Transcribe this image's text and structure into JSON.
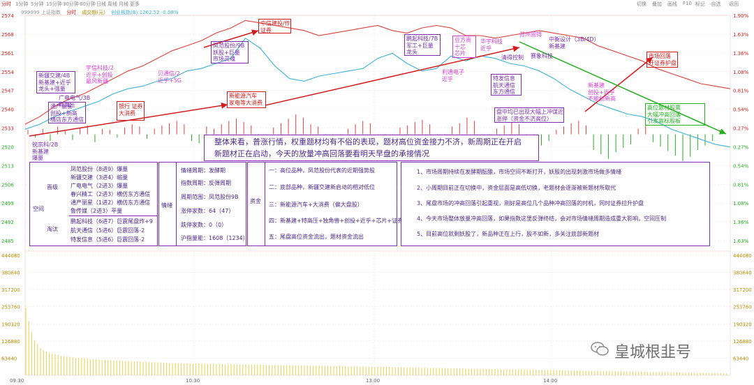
{
  "toolbar": {
    "left_label": "分时",
    "tabs": [
      "1分钟",
      "5分钟",
      "15分钟",
      "30分钟",
      "60分钟",
      "日线",
      "周线",
      "月线",
      "更多"
    ],
    "right_items": [
      "切换",
      "叠加",
      "画线",
      "F10",
      "标记",
      "-自选",
      "返回"
    ]
  },
  "legend": {
    "index_name": "999999 上证指数",
    "label_fenshi": "分时",
    "label_volume": "成交额(元)",
    "label_gem": "创业板指(B) 1262.52 -0.08%"
  },
  "colors": {
    "price_line": "#e0403a",
    "avg_line": "#3ab3d9",
    "annotation_red": "#d41a1a",
    "annotation_purple": "#7a2fb0",
    "annotation_pink": "#d43fd4",
    "annotation_green": "#22b01f",
    "volume_bar": "#e8d96a"
  },
  "chart_data": {
    "type": "line",
    "x_tick_labels": [
      "09:30",
      "10:30",
      "13:00",
      "14:00"
    ],
    "y_left_labels": [
      "2574",
      "2568",
      "2561",
      "2554",
      "2547",
      "2540",
      "2533",
      "2520",
      "2513",
      "2506",
      "2499",
      "2492",
      "2485"
    ],
    "y_right_labels": [
      "1.90%",
      "1.63%",
      "1.36%",
      "1.08%",
      "0.81%",
      "0.54%",
      "0.27%",
      "0.27%",
      "0.54%",
      "0.81%",
      "1.08%",
      "1.36%",
      "1.63%"
    ],
    "ylim": [
      2485,
      2574
    ],
    "series": [
      {
        "points": [
          [
            0,
            2531
          ],
          [
            5,
            2534
          ],
          [
            10,
            2538
          ],
          [
            15,
            2541
          ],
          [
            20,
            2543
          ],
          [
            25,
            2546
          ],
          [
            30,
            2549
          ],
          [
            35,
            2552
          ],
          [
            40,
            2554
          ],
          [
            45,
            2557
          ],
          [
            50,
            2560
          ],
          [
            55,
            2562
          ],
          [
            60,
            2564
          ],
          [
            65,
            2567
          ],
          [
            70,
            2569
          ],
          [
            75,
            2572
          ],
          [
            80,
            2571
          ],
          [
            85,
            2570
          ],
          [
            90,
            2569
          ],
          [
            95,
            2568
          ],
          [
            100,
            2566
          ],
          [
            105,
            2567
          ],
          [
            110,
            2568
          ],
          [
            115,
            2569
          ],
          [
            120,
            2570
          ],
          [
            125,
            2568
          ],
          [
            130,
            2567
          ],
          [
            135,
            2569
          ],
          [
            140,
            2570
          ],
          [
            145,
            2569
          ],
          [
            150,
            2566
          ],
          [
            155,
            2566
          ],
          [
            160,
            2565
          ],
          [
            165,
            2566
          ],
          [
            170,
            2567
          ],
          [
            175,
            2568
          ],
          [
            180,
            2567
          ],
          [
            185,
            2566
          ],
          [
            190,
            2565
          ],
          [
            195,
            2562
          ],
          [
            200,
            2560
          ],
          [
            205,
            2558
          ],
          [
            210,
            2556
          ],
          [
            215,
            2553
          ],
          [
            220,
            2551
          ],
          [
            225,
            2549
          ],
          [
            230,
            2547
          ],
          [
            235,
            2546
          ],
          [
            240,
            2545
          ]
        ]
      },
      {
        "points": [
          [
            0,
            2529
          ],
          [
            5,
            2531
          ],
          [
            10,
            2534
          ],
          [
            15,
            2536
          ],
          [
            20,
            2538
          ],
          [
            25,
            2540
          ],
          [
            30,
            2543
          ],
          [
            35,
            2545
          ],
          [
            40,
            2546
          ],
          [
            45,
            2548
          ],
          [
            50,
            2549
          ],
          [
            55,
            2552
          ],
          [
            60,
            2553
          ],
          [
            65,
            2555
          ],
          [
            70,
            2557
          ],
          [
            75,
            2565
          ],
          [
            80,
            2561
          ],
          [
            85,
            2554
          ],
          [
            90,
            2549
          ],
          [
            95,
            2548
          ],
          [
            100,
            2550
          ],
          [
            105,
            2551
          ],
          [
            110,
            2552
          ],
          [
            115,
            2553
          ],
          [
            120,
            2557
          ],
          [
            125,
            2559
          ],
          [
            130,
            2555
          ],
          [
            135,
            2552
          ],
          [
            140,
            2553
          ],
          [
            145,
            2558
          ],
          [
            150,
            2556
          ],
          [
            155,
            2558
          ],
          [
            160,
            2557
          ],
          [
            165,
            2555
          ],
          [
            170,
            2554
          ],
          [
            175,
            2552
          ],
          [
            180,
            2549
          ],
          [
            185,
            2545
          ],
          [
            190,
            2542
          ],
          [
            195,
            2539
          ],
          [
            200,
            2537
          ],
          [
            205,
            2535
          ],
          [
            210,
            2534
          ],
          [
            215,
            2532
          ],
          [
            220,
            2529
          ],
          [
            225,
            2527
          ],
          [
            230,
            2525
          ],
          [
            235,
            2523
          ],
          [
            240,
            2522
          ]
        ]
      }
    ],
    "change_bars": [
      4,
      -3,
      5,
      -6,
      7,
      3,
      -5,
      6,
      8,
      -7,
      5,
      4,
      -3,
      6,
      9,
      7,
      -4,
      5,
      8,
      10,
      12,
      9,
      -6,
      -8,
      7,
      5,
      9,
      12,
      14,
      11,
      8,
      -5,
      -9,
      6,
      10,
      14,
      18,
      15,
      9,
      7,
      -6,
      -11,
      -8,
      5,
      9,
      12,
      10,
      -7,
      -10,
      -14,
      6,
      8,
      11,
      13,
      9,
      -5,
      -8,
      7,
      10,
      15,
      12,
      -6,
      -9,
      5,
      8,
      11,
      9,
      -12,
      -16,
      -10,
      -6,
      4,
      7,
      10,
      12,
      8,
      -14,
      -18,
      -22,
      -16,
      -12,
      -9,
      5,
      8,
      -7,
      -11,
      -15,
      -19,
      -24,
      -20,
      -14,
      -10,
      -6,
      4
    ],
    "volume": {
      "y_labels": [
        "444080",
        "380640",
        "317200",
        "253760",
        "190320",
        "126880",
        "63440"
      ],
      "ylim": [
        0,
        444080
      ],
      "values": [
        250000,
        200000,
        160000,
        130000,
        115000,
        100000,
        92000,
        88000,
        84000,
        80000,
        78000,
        75000,
        72000,
        70000,
        69000,
        68000,
        66000,
        65000,
        64000,
        63000,
        62000,
        61000,
        60000,
        59500,
        59000,
        58000,
        57500,
        57000,
        56000,
        55500,
        55000,
        54500,
        54000,
        53500,
        53000,
        52500,
        52000,
        51500,
        51000,
        50500,
        50000,
        49500,
        49000,
        48500,
        48000,
        47500,
        47000,
        46500,
        46000,
        45500,
        45000,
        44800,
        44600,
        44400,
        44200,
        44000,
        43800,
        43600,
        43400,
        43200,
        43000,
        42800,
        42600,
        42400,
        42200,
        42000,
        41800,
        41600,
        41400,
        41200,
        41000,
        40800,
        40600,
        40400,
        40200,
        40000,
        39800,
        39600,
        39400,
        39200,
        39000,
        38800,
        38600,
        38400,
        38200,
        38000,
        37800,
        37600,
        37400,
        37200,
        37000,
        36800,
        36600,
        36400,
        36200,
        36000,
        35800,
        35600,
        35400,
        35200,
        35000,
        34800,
        34600,
        34400,
        34200,
        34000,
        33800,
        33600,
        33400,
        33200,
        33000,
        32800,
        32600,
        32400,
        32200,
        32000,
        31800,
        31600,
        31400,
        31200,
        31000,
        30800,
        30600,
        30400,
        30200,
        30000,
        29800,
        29600,
        29400,
        29200,
        29000,
        28800,
        28600,
        28400,
        28200,
        28000,
        27800,
        27600,
        27400,
        27200,
        27000,
        26800,
        26600,
        26400,
        26200,
        26000,
        25800,
        25600,
        25400,
        25200,
        25000,
        24800,
        24600,
        24400,
        24200,
        24000,
        23800,
        23600,
        23400,
        23200,
        23000,
        22800,
        22600,
        22400,
        22200,
        22000,
        21800,
        21600,
        21400,
        21200,
        21000,
        20800,
        20600,
        20400,
        20200,
        20000,
        19800,
        19600,
        19400,
        19200,
        19000,
        18800,
        18600,
        18400,
        18200,
        18000,
        17800,
        17600,
        17400,
        17200,
        17000,
        16800,
        16600,
        16400,
        16200,
        16000,
        15800,
        15600,
        15400,
        15200,
        15000,
        14800,
        14600,
        14400,
        14200,
        14000,
        13800,
        13600,
        13400,
        13200,
        13000,
        12800,
        12600,
        12400,
        12200,
        12000,
        11800,
        11600,
        11400,
        11200,
        11000,
        10800,
        10600,
        10400,
        10200,
        10000,
        9800,
        9600,
        9400,
        9200,
        9000,
        8800,
        8600,
        8400,
        8200,
        8000,
        7800,
        7600,
        7400,
        7200
      ]
    }
  },
  "annotations": {
    "n1": "新疆交建/4B\n新基建+近乎\n龙头+强量",
    "n2": "通产丽星\n创投+新高\n横店东方通信",
    "n3": "广电电气/3B\n特高压",
    "n4": "宇信科技/2\n近乎+创投\n最风新疆",
    "n5": "银行 证券\n大消费",
    "n6": "贝通信/2\n近乎+5G",
    "n7": "凤范股份/9B\n妖股+巨量\n市场灵魂",
    "n8": "中信建投/作\n证券",
    "n9": "新能源汽车\n家电等大消费",
    "n10": "鹏起科技/7B\n军工+巨量\n龙头",
    "n11": "豆方贵\n十芯\n芯片",
    "n12": "华宇科技\n近乎",
    "n13": "利通电子\n近乎",
    "n14": "苏州固锝",
    "n15": "中衡设计（3B/4D）\n新基建",
    "n16": "清得控制",
    "n17": "赛象科技",
    "n18": "特发信息\n航天通信\n东方通信",
    "n19": "盘中均已出现大幅上冲谋近\n涨停（资金不济高位）",
    "n20": "市场回落\n开证券护盘",
    "n21": "高位题材股票\n大幅冲高回落\n引发高标股板",
    "n22": "新基建\n创投+近乎\n不能创新高",
    "n23": "锐宗科/2B\n新基建\n爆量"
  },
  "summary": {
    "line1": "整体来看，普涨行情，权重题材均有不俗的表现，题材高位资金接力不济，新周期正在开启",
    "line2": "新题材正在启动，今天的放量冲高回落要看明天早盘的承接情况"
  },
  "panel_left": {
    "space": "空间",
    "promote": "晋级",
    "eliminate": "淘汰",
    "promote_items": [
      "凤范股份（8进9）爆量",
      "新疆交建（3进4）缩量",
      "广电电气（2进3）爆量",
      "春兴精工（2进3）横仿东方通信",
      "通产丽星（1进2）横仿东方通信",
      "鲁传媒（2进3）平量"
    ],
    "eliminate_items": [
      "鹏起科技（6进7）巨震尾盘炸+9",
      "航天通信（5进6）巨震回落-2",
      "特发信息（5进6）巨震回落-2"
    ]
  },
  "panel_mood": {
    "title": "情绪",
    "items": [
      "情绪周期：发酵期",
      "指数周期：反弹周期",
      "周期范围：凤范股份9B",
      "涨停家数：64（47）",
      "跌停家数：0（0）",
      "沪指量能：1608（1234）"
    ]
  },
  "panel_money": {
    "title": "资金",
    "items": [
      "一：高位品种，凤范股份代表的近期强势股",
      "二：底部品种，新疆交建新启动的相对低位",
      "三：新能源汽车+大消费（偏大盘股）",
      "四：新基建+特高压+独角兽+创投+近乎+芯片+证券",
      "五：尾盘高位资金流出，题材资金流出"
    ]
  },
  "panel_right": {
    "items": [
      "1、市场周期持续在发酵期酝酿，市场空间不断打开，妖股的出现刺激市场做多情绪",
      "2、小周期目前正在切换中，资金层面是高低切换，老题材会逐渐被新题材所取代",
      "3、尾盘市场的冲高回落引起重视，刚好是高位几个品种冲高回落的时机，同时证券拉升护盘",
      "4、今天市场整体放量冲高回落，如果指数这里反弹终结，会对市场情绪周期造成重大影响，空间压制",
      "5、目前高位就剩妖股了，新品种正在上行，股不如新，多关注底部新题材"
    ]
  },
  "watermark": "皇城根韭号"
}
